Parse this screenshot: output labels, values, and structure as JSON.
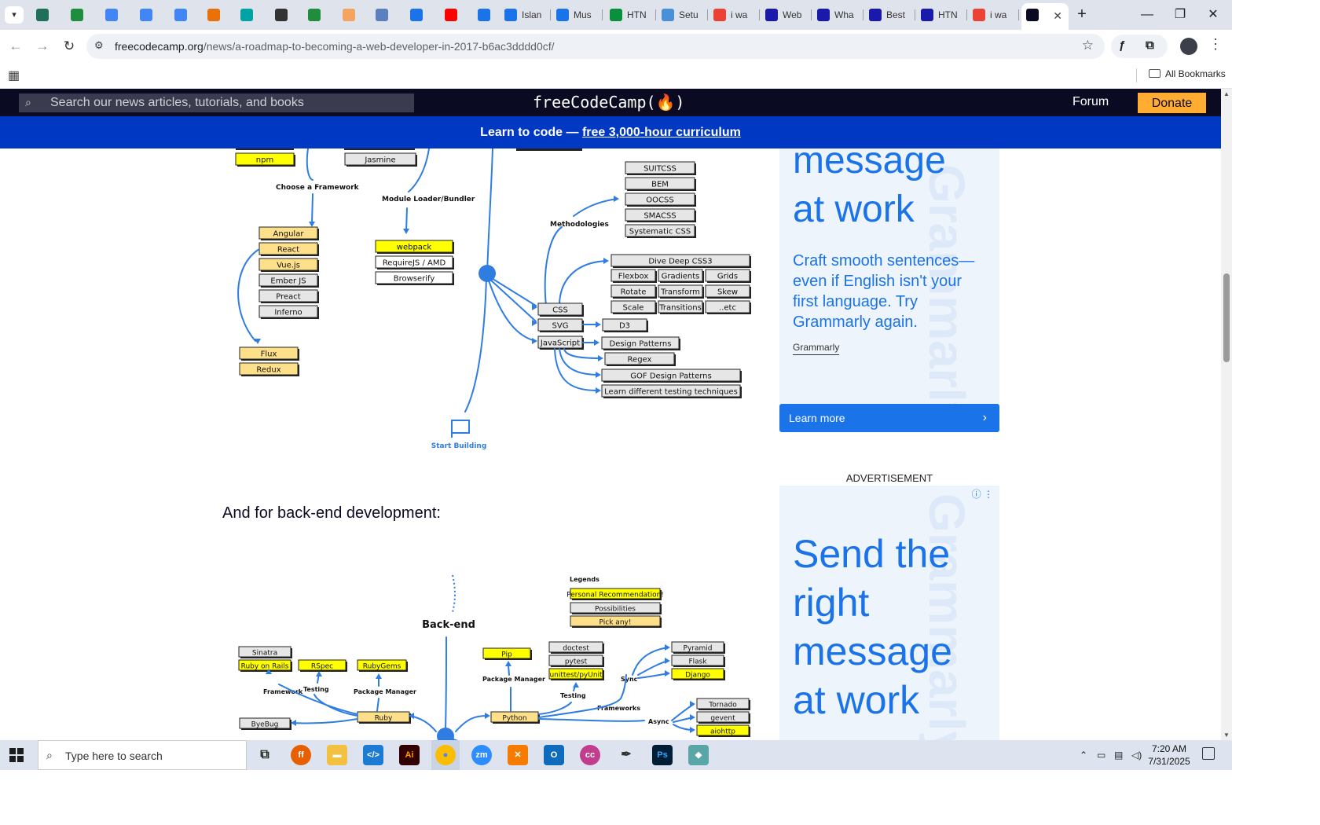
{
  "browser": {
    "tabs": [
      {
        "label": "",
        "color": "#1f6f5a",
        "icon": "wordpress-icon"
      },
      {
        "label": "",
        "color": "#1e8e3e",
        "icon": "sheets-icon"
      },
      {
        "label": "",
        "color": "#4285f4",
        "icon": "docs-icon"
      },
      {
        "label": "",
        "color": "#4285f4",
        "icon": "docs-icon"
      },
      {
        "label": "",
        "color": "#4285f4",
        "icon": "docs-icon"
      },
      {
        "label": "",
        "color": "#e8710a",
        "icon": "xampp-icon"
      },
      {
        "label": "",
        "color": "#00a3a3",
        "icon": "app-icon"
      },
      {
        "label": "",
        "color": "#333333",
        "icon": "chatgpt-icon"
      },
      {
        "label": "",
        "color": "#1e8e3e",
        "icon": "sheets-icon"
      },
      {
        "label": "",
        "color": "#f4a460",
        "icon": "hand-icon"
      },
      {
        "label": "",
        "color": "#5b7fbf",
        "icon": "calc-icon"
      },
      {
        "label": "",
        "color": "#1a73e8",
        "icon": "notes-icon"
      },
      {
        "label": "",
        "color": "#ff0000",
        "icon": "youtube-icon"
      },
      {
        "label": "",
        "color": "#1a73e8",
        "icon": "notes-icon"
      },
      {
        "label": "Islan",
        "color": "#1a73e8",
        "icon": "notes-icon"
      },
      {
        "label": "Mus",
        "color": "#1a73e8",
        "icon": "notes-icon"
      },
      {
        "label": "HTN",
        "color": "#0a8f3c",
        "icon": "w3schools-icon"
      },
      {
        "label": "Setu",
        "color": "#4a90d9",
        "icon": "gear-icon"
      },
      {
        "label": "i wa",
        "color": "#ea4335",
        "icon": "google-icon"
      },
      {
        "label": "Web",
        "color": "#1a1aaa",
        "icon": "c-icon"
      },
      {
        "label": "Wha",
        "color": "#1a1aaa",
        "icon": "c-icon"
      },
      {
        "label": "Best",
        "color": "#1a1aaa",
        "icon": "c-icon"
      },
      {
        "label": "HTN",
        "color": "#1a1aaa",
        "icon": "c-icon"
      },
      {
        "label": "i wa",
        "color": "#ea4335",
        "icon": "google-icon"
      },
      {
        "label": "",
        "color": "#0a0a23",
        "icon": "freecodecamp-icon",
        "active": true
      }
    ],
    "url_host": "freecodecamp.org",
    "url_path": "/news/a-roadmap-to-becoming-a-web-developer-in-2017-b6ac3dddd0cf/",
    "all_bookmarks": "All Bookmarks"
  },
  "fcc": {
    "search_placeholder": "Search our news articles, tutorials, and books",
    "logo": "freeCodeCamp(🔥)",
    "forum": "Forum",
    "donate": "Donate",
    "banner_prefix": "Learn to code — ",
    "banner_link": "free 3,000-hour curriculum"
  },
  "article": {
    "backend_intro": "And for back-end development:"
  },
  "frontend_diagram": {
    "boxes_left": [
      "npm",
      "Jasmine"
    ],
    "labels": [
      "Choose a Framework",
      "Module Loader/Bundler",
      "Methodologies",
      "Start Building"
    ],
    "frameworks": [
      "Angular",
      "React",
      "Vue.js",
      "Ember JS",
      "Preact",
      "Inferno"
    ],
    "state": [
      "Flux",
      "Redux"
    ],
    "bundlers": [
      "webpack",
      "RequireJS / AMD",
      "Browserify"
    ],
    "methodologies": [
      "SUITCSS",
      "BEM",
      "OOCSS",
      "SMACSS",
      "Systematic CSS"
    ],
    "css_deep": [
      "Dive Deep CSS3",
      "Flexbox",
      "Gradients",
      "Grids",
      "Rotate",
      "Transform",
      "Skew",
      "Scale",
      "Transitions",
      "..etc"
    ],
    "core": [
      "CSS",
      "SVG",
      "JavaScript"
    ],
    "d3": "D3",
    "js_topics": [
      "Design Patterns",
      "Regex",
      "GOF Design Patterns",
      "Learn different testing techniques"
    ]
  },
  "backend_diagram": {
    "title": "Back-end",
    "legends_title": "Legends",
    "legends": [
      "Personal Recommendation!",
      "Possibilities",
      "Pick any!"
    ],
    "ruby": [
      "Sinatra",
      "Ruby on Rails",
      "RSpec",
      "RubyGems",
      "ByeBug",
      "Ruby"
    ],
    "ruby_labels": [
      "Framework",
      "Testing",
      "Package Manager"
    ],
    "python": [
      "Pip",
      "doctest",
      "pytest",
      "unittest/pyUnit",
      "Python"
    ],
    "python_labels": [
      "Package Manager",
      "Testing",
      "Frameworks",
      "Sync",
      "Async"
    ],
    "sync": [
      "Pyramid",
      "Flask",
      "Django"
    ],
    "async": [
      "Tornado",
      "gevent",
      "aiohttp"
    ]
  },
  "ads": {
    "ad1_headline_lines": [
      "message",
      "at work"
    ],
    "ad1_sub": "Craft smooth sentences—even if English isn't your first language. Try Grammarly again.",
    "ad1_brand": "Grammarly",
    "ad1_cta": "Learn more",
    "label": "ADVERTISEMENT",
    "ad2_headline_lines": [
      "Send the",
      "right",
      "message",
      "at work"
    ],
    "watermark": "Grammarly"
  },
  "taskbar": {
    "search": "Type here to search",
    "time": "7:20 AM",
    "date": "7/31/2025"
  },
  "colors": {
    "fcc_dark": "#0a0a23",
    "banner_blue": "#0038c3",
    "donate_orange": "#feac32",
    "diagram_blue": "#2f7de1",
    "yellow": "#ffff00",
    "light_orange": "#ffe08a",
    "gray_box": "#e6e6e6"
  }
}
